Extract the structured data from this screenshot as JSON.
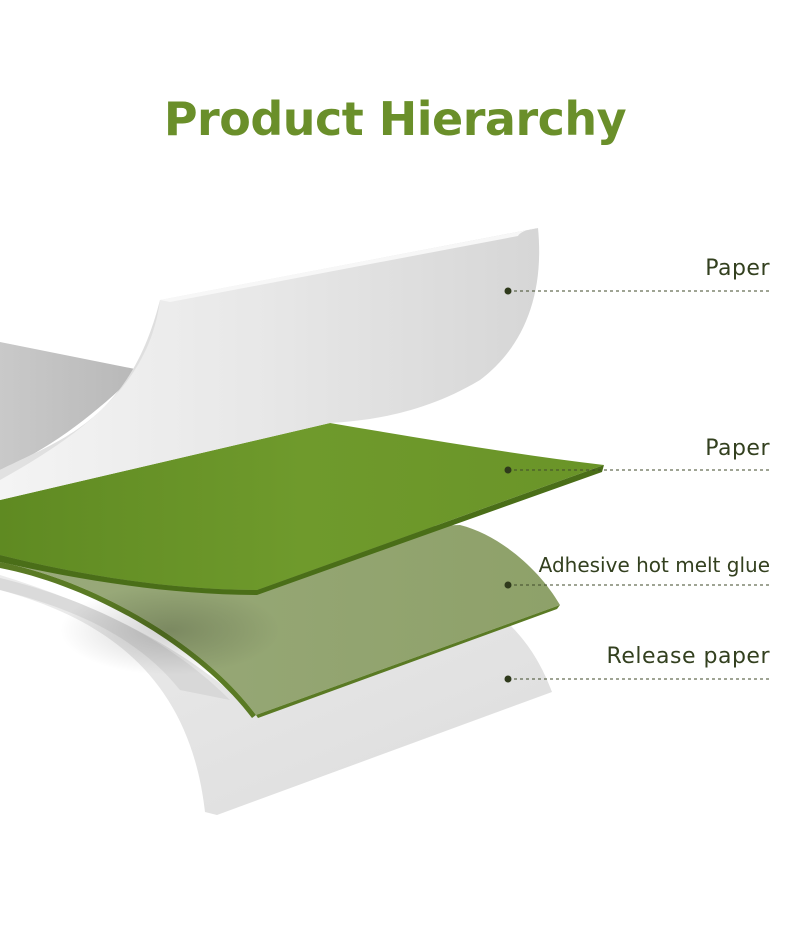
{
  "title": "Product Hierarchy",
  "colors": {
    "title": "#6a8f2a",
    "paper_top": "#e3e3e3",
    "paper_green": "#6b922a",
    "glue": "#8fa36c",
    "release_paper": "#e2e2e2",
    "leader_line": "#3f4a2a"
  },
  "layers": [
    {
      "label": "Paper"
    },
    {
      "label": "Paper"
    },
    {
      "label": "Adhesive hot melt glue"
    },
    {
      "label": "Release paper"
    }
  ]
}
